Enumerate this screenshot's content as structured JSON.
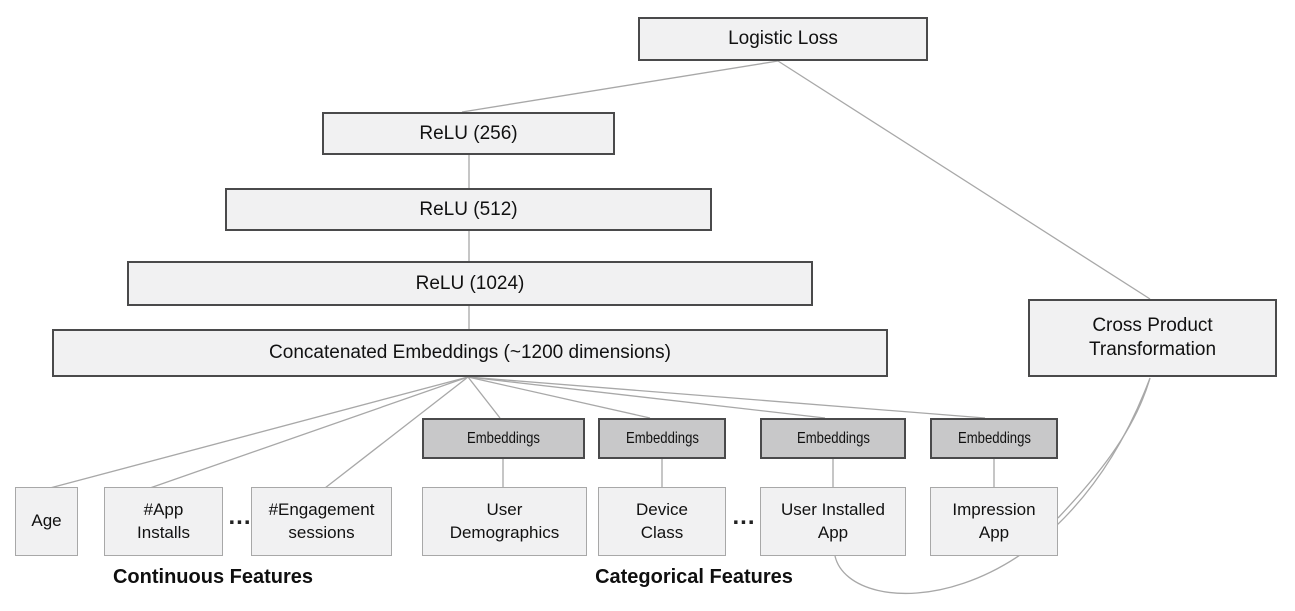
{
  "diagram": {
    "nodes": {
      "logistic_loss": "Logistic Loss",
      "relu_256": "ReLU (256)",
      "relu_512": "ReLU (512)",
      "relu_1024": "ReLU (1024)",
      "concatenated_embeddings": "Concatenated Embeddings (~1200 dimensions)",
      "cross_product": "Cross Product\nTransformation"
    },
    "embeddings": [
      "Embeddings",
      "Embeddings",
      "Embeddings",
      "Embeddings"
    ],
    "continuous": {
      "age": "Age",
      "app_installs": "#App\nInstalls",
      "engagement_sessions": "#Engagement\nsessions"
    },
    "categorical": {
      "user_demographics": "User\nDemographics",
      "device_class": "Device\nClass",
      "user_installed_app": "User Installed\nApp",
      "impression_app": "Impression\nApp"
    },
    "ellipsis": "...",
    "labels": {
      "continuous": "Continuous Features",
      "categorical": "Categorical Features"
    },
    "colors": {
      "node_fill": "#f1f1f2",
      "embedding_fill": "#c8c8c9",
      "node_border_dark": "#4a4a4b",
      "node_border_light": "#a8a8a8",
      "connector": "#a8a8a8",
      "text": "#111111"
    }
  }
}
